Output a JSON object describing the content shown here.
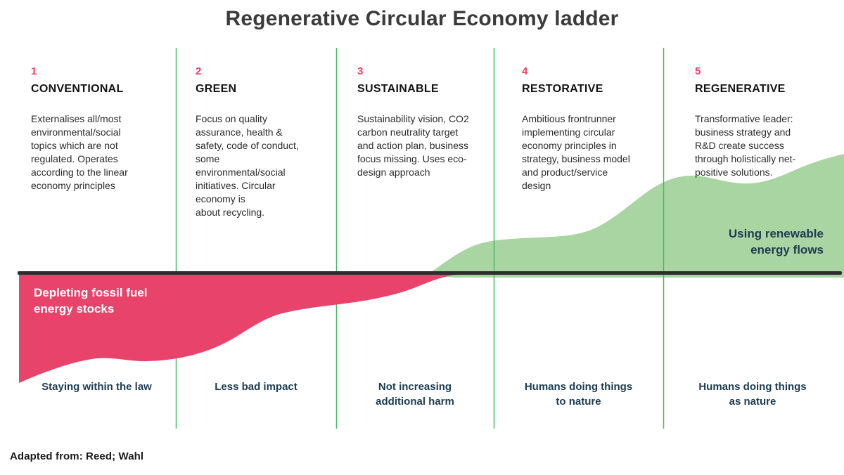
{
  "title": "Regenerative Circular Economy ladder",
  "footer": "Adapted from: Reed; Wahl",
  "flows": {
    "depleting_label": "Depleting fossil fuel\nenergy stocks",
    "renewable_label": "Using renewable\nenergy flows"
  },
  "columns": [
    {
      "number": "1",
      "name": "CONVENTIONAL",
      "description": "Externalises all/most\nenvironmental/social\ntopics which are not\nregulated. Operates\naccording to the linear\neconomy principles",
      "bottom_label": "Staying within the law"
    },
    {
      "number": "2",
      "name": "GREEN",
      "description": "Focus on quality\nassurance, health &\nsafety, code of conduct,\nsome\nenvironmental/social\ninitiatives. Circular\neconomy is\nabout recycling.",
      "bottom_label": "Less bad impact"
    },
    {
      "number": "3",
      "name": "SUSTAINABLE",
      "description": "Sustainability vision, CO2\ncarbon neutrality target\nand action plan, business\nfocus missing. Uses eco-\ndesign approach",
      "bottom_label": "Not increasing\nadditional harm"
    },
    {
      "number": "4",
      "name": "RESTORATIVE",
      "description": "Ambitious frontrunner\nimplementing circular\neconomy principles in\nstrategy, business model\nand product/service\ndesign",
      "bottom_label": "Humans doing things\nto nature"
    },
    {
      "number": "5",
      "name": "REGENERATIVE",
      "description": "Transformative leader:\nbusiness strategy and\nR&D create success\nthrough holistically net-\npositive solutions.",
      "bottom_label": "Humans doing things\nas nature"
    }
  ],
  "colors": {
    "pink_area": "#e8436a",
    "green_area": "#a9d5a2",
    "divider_green": "#4bb96b",
    "baseline_dark": "#2d2d2d",
    "navy_text": "#1d3c50",
    "number_pink": "#f13c62"
  }
}
